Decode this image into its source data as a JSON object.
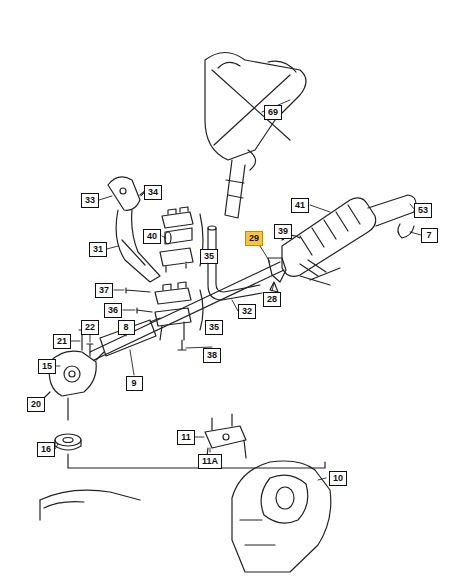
{
  "diagram": {
    "labels": [
      "69",
      "33",
      "34",
      "41",
      "53",
      "40",
      "29",
      "39",
      "7",
      "31",
      "35",
      "37",
      "28",
      "32",
      "36",
      "35",
      "22",
      "21",
      "8",
      "38",
      "15",
      "20",
      "9",
      "16",
      "11",
      "11A",
      "10"
    ]
  }
}
